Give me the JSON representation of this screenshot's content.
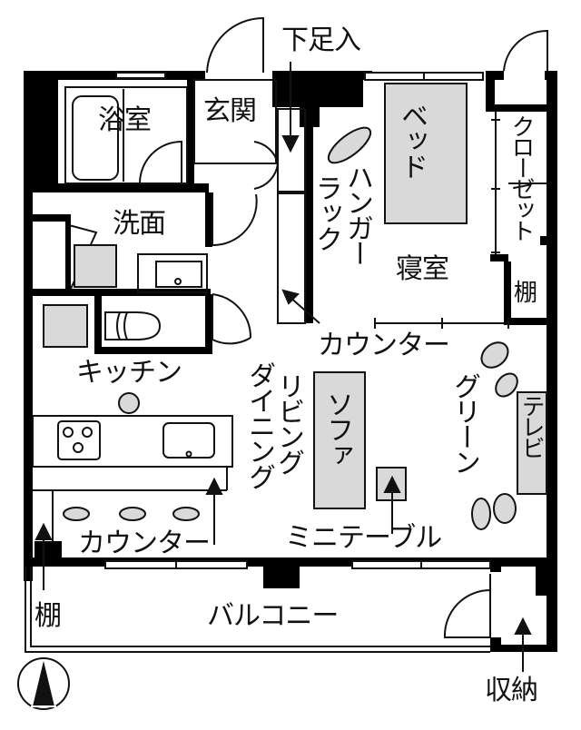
{
  "floor_plan": {
    "rooms": {
      "bathroom": "浴室",
      "entrance": "玄関",
      "shoe_storage": "下足入",
      "washroom": "洗面",
      "kitchen": "キッチン",
      "bedroom": "寝室",
      "closet": "クローゼット",
      "shelf_bedroom": "棚",
      "living_dining": [
        "ダイニング",
        "リビング"
      ],
      "balcony": "バルコニー",
      "storage": "収納",
      "shelf_balcony": "棚"
    },
    "furniture": {
      "bed": "ベッド",
      "hanger_rack": [
        "ハンガー",
        "ラック"
      ],
      "counter_top": "カウンター",
      "counter_bottom": "カウンター",
      "sofa": "ソファ",
      "mini_table": "ミニテーブル",
      "tv": "テレビ",
      "green": "グリーン"
    },
    "compass": "north-arrow",
    "colors": {
      "wall": "#000000",
      "furniture_fill": "#d9d9d9",
      "line": "#111111",
      "background": "#ffffff"
    }
  }
}
